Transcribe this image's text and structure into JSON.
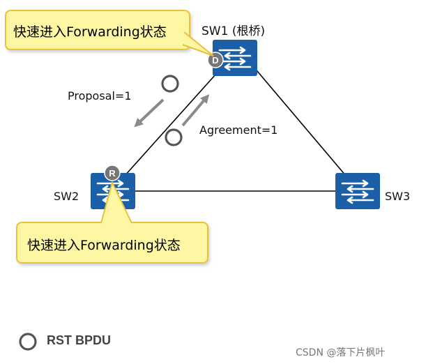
{
  "nodes": {
    "sw1": {
      "label": "SW1 (根桥)",
      "port_role": "D"
    },
    "sw2": {
      "label": "SW2",
      "port_role": "R"
    },
    "sw3": {
      "label": "SW3"
    }
  },
  "messages": {
    "proposal": "Proposal=1",
    "agreement": "Agreement=1"
  },
  "callouts": {
    "sw1_forwarding": "快速进入Forwarding状态",
    "sw2_forwarding": "快速进入Forwarding状态"
  },
  "legend": {
    "bpdu_label": "RST BPDU"
  },
  "watermark": "CSDN @落下片枫叶",
  "colors": {
    "switch_blue": "#1a5fa8",
    "port_badge": "#767676",
    "arrow_gray": "#8a8a8a",
    "callout_fill": "#fdf6a3",
    "callout_border": "#e9c13a"
  },
  "icons": [
    "switch-icon",
    "bpdu-circle-icon",
    "arrow-icon"
  ]
}
